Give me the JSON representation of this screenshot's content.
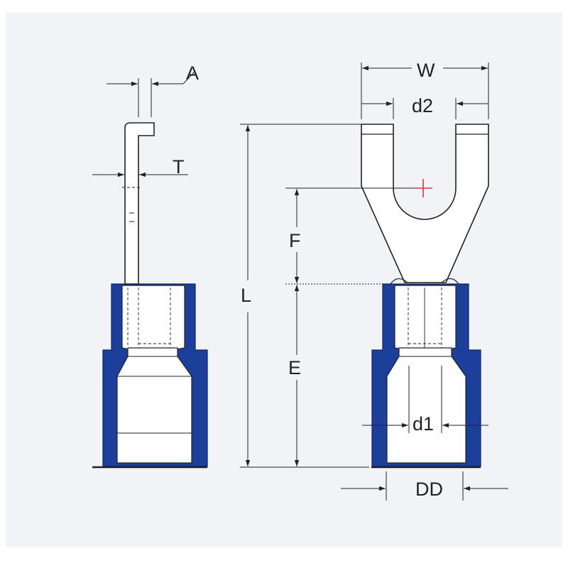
{
  "drawing": {
    "dimensions": {
      "A": "A",
      "T": "T",
      "W": "W",
      "d2": "d2",
      "L": "L",
      "F": "F",
      "E": "E",
      "d1": "d1",
      "D": "DD"
    },
    "colors": {
      "background": "#f2f3f6",
      "insulation": "#1c3f9c",
      "line": "#222222",
      "centerMark": "#d9343a"
    }
  }
}
